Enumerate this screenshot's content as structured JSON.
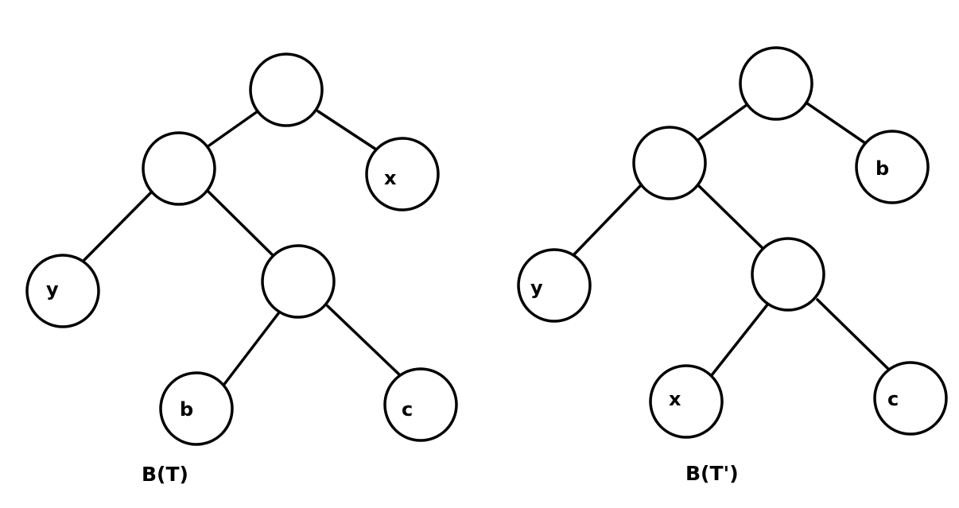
{
  "diagram": {
    "left_tree": {
      "caption": "B(T)",
      "labels": {
        "x": "x",
        "y": "y",
        "b": "b",
        "c": "c"
      }
    },
    "right_tree": {
      "caption": "B(T')",
      "labels": {
        "b": "b",
        "y": "y",
        "x": "x",
        "c": "c"
      }
    }
  }
}
